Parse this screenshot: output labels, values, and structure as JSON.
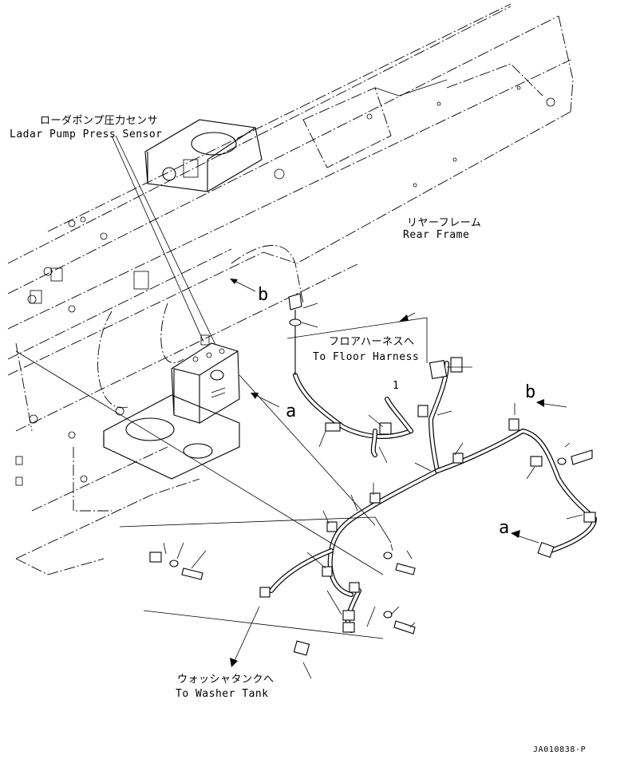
{
  "labels": {
    "loader_sensor_jp": "ローダポンプ圧力センサ",
    "loader_sensor_en": "Ladar Pump Press Sensor",
    "rear_frame_jp": "リヤーフレーム",
    "rear_frame_en": "Rear Frame",
    "floor_harness_jp": "フロアハーネスへ",
    "floor_harness_en": "To Floor Harness",
    "washer_tank_jp": "ウォッシャタンクへ",
    "washer_tank_en": "To Washer Tank",
    "ref_a_left": "a",
    "ref_b_left": "b",
    "ref_a_right": "a",
    "ref_b_right": "b",
    "item_1": "1",
    "drawing_code": "JA010838-P"
  }
}
